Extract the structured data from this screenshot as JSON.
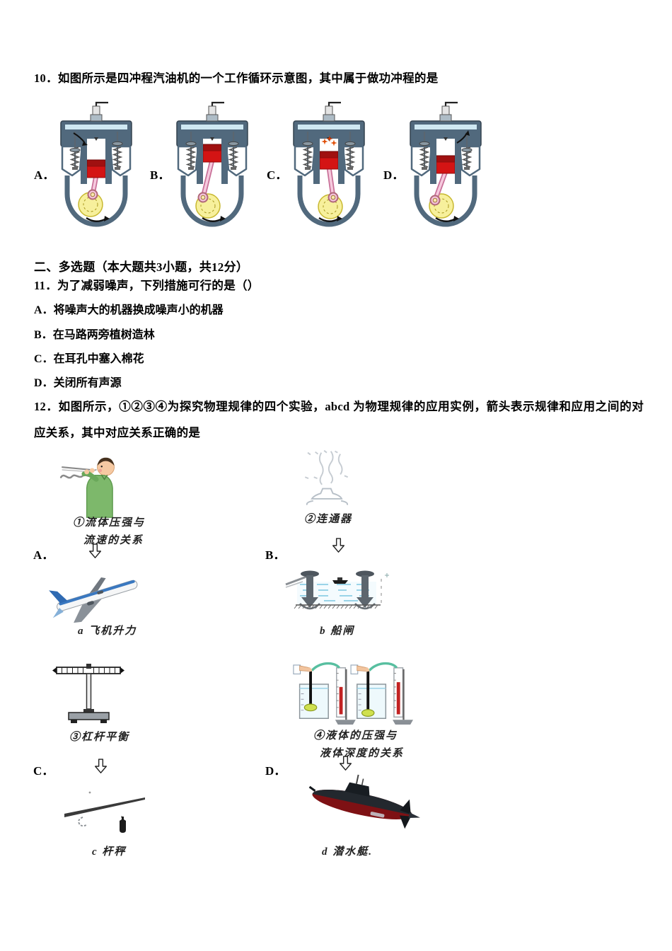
{
  "q10": {
    "number": "10．",
    "text": "如图所示是四冲程汽油机的一个工作循环示意图，其中属于做功冲程的是",
    "options": [
      {
        "label": "A．",
        "stroke": "intake"
      },
      {
        "label": "B．",
        "stroke": "compression"
      },
      {
        "label": "C．",
        "stroke": "power"
      },
      {
        "label": "D．",
        "stroke": "exhaust"
      }
    ]
  },
  "section2": {
    "heading": "二、多选题（本大题共3小题，共12分）"
  },
  "q11": {
    "number": "11．",
    "text": "为了减弱噪声，下列措施可行的是（）",
    "options": [
      {
        "label": "A．",
        "text": "将噪声大的机器换成噪声小的机器"
      },
      {
        "label": "B．",
        "text": "在马路两旁植树造林"
      },
      {
        "label": "C．",
        "text": "在耳孔中塞入棉花"
      },
      {
        "label": "D．",
        "text": "关闭所有声源"
      }
    ]
  },
  "q12": {
    "number": "12．",
    "text": "如图所示，①②③④为探究物理规律的四个实验，abcd 为物理规律的应用实例，箭头表示规律和应用之间的对应关系，其中对应关系正确的是",
    "experiments": [
      {
        "caption1": "①流体压强与",
        "caption2": "流速的关系"
      },
      {
        "caption1": "②连通器",
        "caption2": ""
      },
      {
        "caption1": "③杠杆平衡",
        "caption2": ""
      },
      {
        "caption1": "④液体的压强与",
        "caption2": "液体深度的关系"
      }
    ],
    "applications": [
      {
        "label": "A．",
        "caption": "a 飞机升力"
      },
      {
        "label": "B．",
        "caption": "b 船闸"
      },
      {
        "label": "C．",
        "caption": "c 杆秤"
      },
      {
        "label": "D．",
        "caption": "d 潜水艇."
      }
    ],
    "arrow_icon": {
      "name": "down-arrow",
      "glyph": "⇩"
    }
  },
  "colors": {
    "engine_body": "#51697d",
    "engine_piston": "#d41414",
    "engine_crank": "#f7f09c",
    "engine_rod": "#f6cade",
    "water": "#7cc7e0",
    "manometer_liquid": "#c22222"
  }
}
